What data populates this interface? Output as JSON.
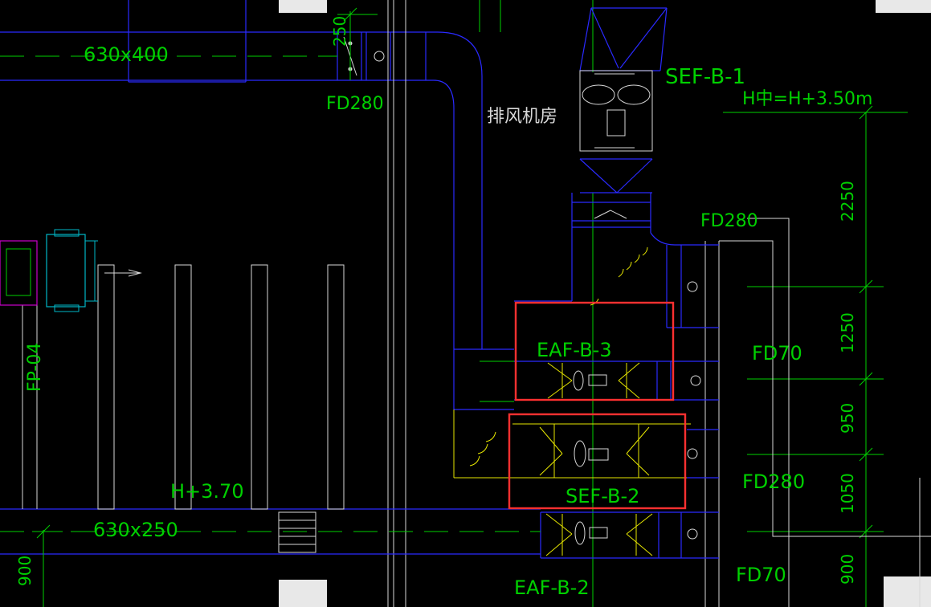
{
  "colors": {
    "background": "#000000",
    "duct": "#2a2aff",
    "dim": "#00d000",
    "equipment": "#e6e600",
    "white": "#d8d8d8",
    "magenta": "#cc00cc",
    "cyan": "#00b7c7",
    "highlight": "#ff3030"
  },
  "labels": {
    "duct_top": "630x400",
    "duct_bottom": "630x250",
    "dim_250": "250",
    "fd280_top": "FD280",
    "room": "排风机房",
    "sef_b1": "SEF-B-1",
    "h_center": "H中=H+3.50m",
    "fd280_right": "FD280",
    "fd70_right": "FD70",
    "eaf_b3": "EAF-B-3",
    "sef_b2": "SEF-B-2",
    "fd280_right2": "FD280",
    "fd70_bottom": "FD70",
    "eaf_b2": "EAF-B-2",
    "h370": "H+3.70",
    "fp04": "FP-04",
    "dim_900_left": "900",
    "dim_2250": "2250",
    "dim_1250": "1250",
    "dim_950": "950",
    "dim_1050": "1050",
    "dim_900_right": "900"
  }
}
